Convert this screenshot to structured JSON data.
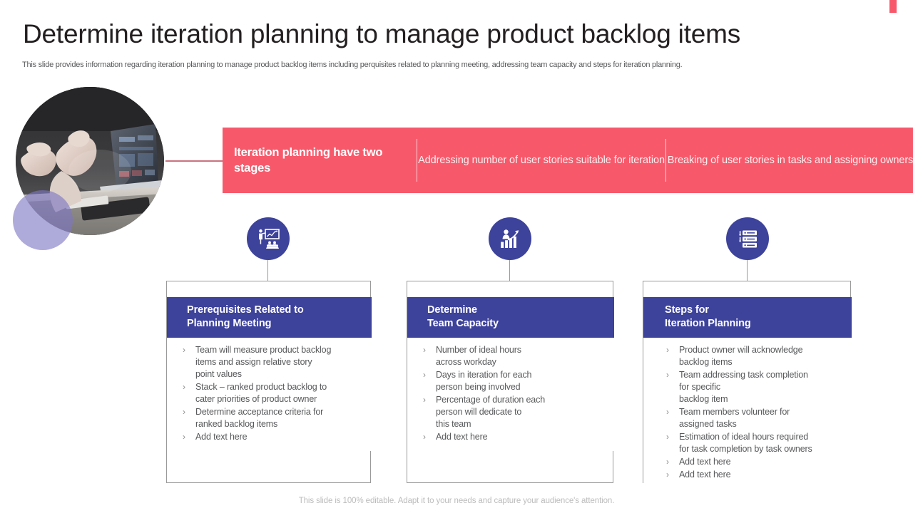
{
  "slide": {
    "title": "Determine iteration planning to manage product backlog items",
    "subtitle": "This slide provides information regarding iteration planning to manage product backlog items including perquisites related to planning meeting, addressing team capacity and steps for iteration planning.",
    "footer_note": "This slide is 100% editable. Adapt it to your needs and capture your audience's attention."
  },
  "colors": {
    "accent_pink": "#f7596b",
    "accent_blue": "#3d429a",
    "body_text": "#58595b",
    "title_text": "#231f20",
    "blob_lavender": "#7c76c4"
  },
  "media": {
    "photo_alt": "hands gesturing beside a laptop at a desk",
    "photo_icon": "photo-circle"
  },
  "banner": {
    "lead": {
      "line1": "Iteration planning",
      "line2": "have two stages"
    },
    "cells": [
      {
        "line1": "Addressing number  of user",
        "line2": "stories suitable for iteration"
      },
      {
        "line1": "Breaking of user stories in",
        "line2": "tasks and assigning owners"
      }
    ]
  },
  "columns": [
    {
      "icon_name": "presentation-training-icon",
      "head": {
        "line1": "Prerequisites Related to",
        "line2": "Planning Meeting"
      },
      "bullets": [
        [
          "Team will measure product backlog",
          "items and assign relative story",
          "point values"
        ],
        [
          "Stack – ranked product backlog to",
          "cater priorities of product owner"
        ],
        [
          "Determine acceptance criteria for",
          "ranked backlog items"
        ],
        [
          "Add text here"
        ]
      ]
    },
    {
      "icon_name": "growth-bar-chart-icon",
      "head": {
        "line1": "Determine",
        "line2": "Team Capacity"
      },
      "bullets": [
        [
          "Number of ideal hours",
          "across workday"
        ],
        [
          "Days in iteration for each",
          "person being involved"
        ],
        [
          "Percentage of duration each",
          "person will dedicate to",
          "this team"
        ],
        [
          "Add text here"
        ]
      ]
    },
    {
      "icon_name": "stacked-list-icon",
      "head": {
        "line1": "Steps for",
        "line2": "Iteration Planning"
      },
      "bullets": [
        [
          "Product owner will  acknowledge",
          "backlog items"
        ],
        [
          "Team addressing task completion",
          "for specific",
          "backlog item"
        ],
        [
          "Team members volunteer for",
          "assigned tasks"
        ],
        [
          "Estimation of ideal hours required",
          "for task completion by task owners"
        ],
        [
          "Add text here"
        ],
        [
          "Add text here"
        ]
      ]
    }
  ],
  "bullet_glyph": "›"
}
